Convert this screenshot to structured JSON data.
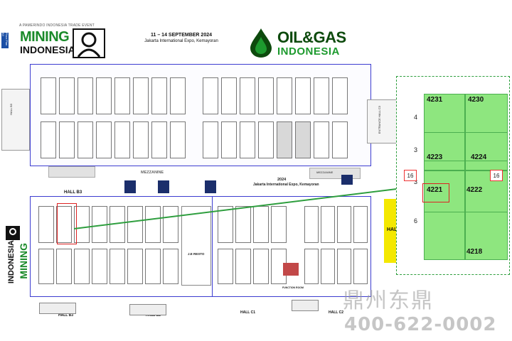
{
  "header": {
    "organizer_strip": "A PAMERINDO INDONESIA TRADE EVENT",
    "side_tag": "Floor Plan B3",
    "mining_logo_top": "MINING",
    "mining_logo_bottom": "INDONESIA",
    "dates": "11 – 14 SEPTEMBER 2024",
    "venue": "Jakarta International Expo, Kemayoran",
    "oilgas_logo_top": "OIL&GAS",
    "oilgas_logo_bottom": "INDONESIA"
  },
  "floor_plan": {
    "mid_banner_year": "2024",
    "mid_banner_venue": "Jakarta International Expo, Kemayoran",
    "hall_labels": {
      "b3": "HALL B3",
      "b3_bottom": "HALL B3",
      "b2": "HALL B2",
      "c1": "HALL C1",
      "c2": "HALL C2",
      "c3_left": "HALL",
      "mezzanine": "MEZZANINE",
      "mezzanine_right": "MEZZANINE",
      "function_room": "FUNCTION ROOM",
      "resto": "J.E RESTO",
      "left_side": "HALL B3",
      "right_side": "ENTRANCE HALL C3"
    },
    "mining_vertical_top": "MINING",
    "mining_vertical_bottom": "INDONESIA",
    "colors": {
      "hall_border": "#3c3cd0",
      "highlight": "#dd2222",
      "arrow": "#2e9e3e",
      "zoom_fill": "#8ee67f"
    }
  },
  "zoom_panel": {
    "booths": [
      "4231",
      "4230",
      "4223",
      "4224",
      "4221",
      "4222",
      "4218"
    ],
    "row_labels": [
      "4",
      "3",
      "3",
      "6"
    ],
    "aisle_tags": [
      "16",
      "16"
    ],
    "highlighted_booth": "4221"
  },
  "watermark": {
    "company": "鼎州东鼎",
    "phone": "400-622-0002"
  }
}
